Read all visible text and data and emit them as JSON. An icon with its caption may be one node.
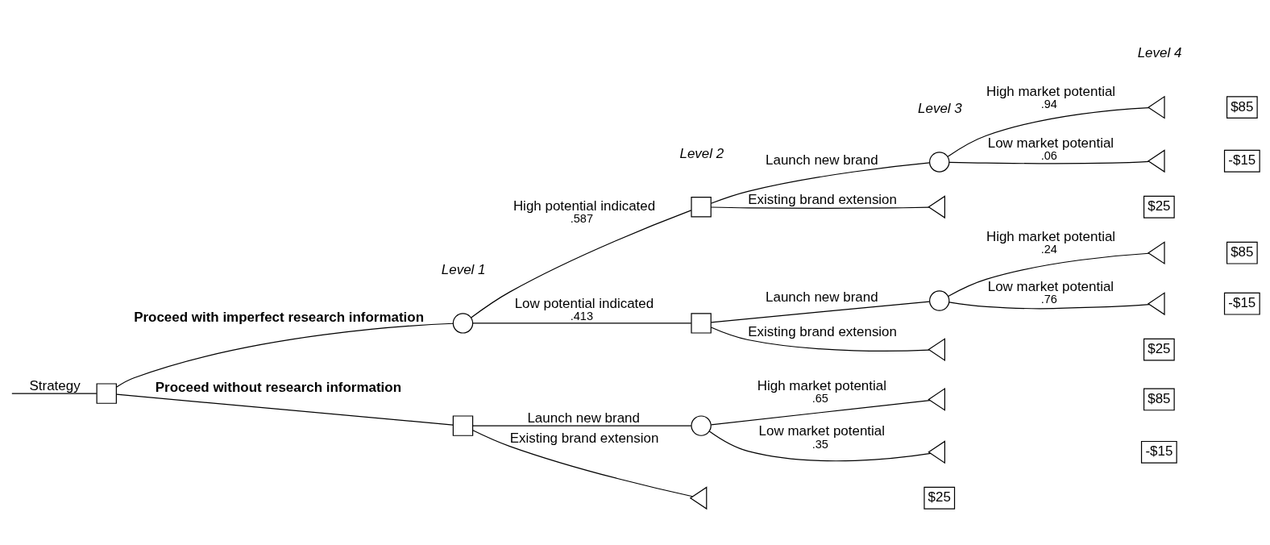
{
  "diagram": {
    "nodes": [
      {
        "text": [],
        "shape": "box"
      },
      {
        "text": [],
        "shape": "circle"
      },
      {
        "text": [],
        "shape": "box"
      },
      {
        "text": [],
        "shape": "circle"
      },
      {
        "text": [],
        "shape": "triangle"
      },
      {
        "text": [
          "$85"
        ]
      },
      {
        "text": [],
        "shape": "triangle"
      },
      {
        "text": [
          "-$15"
        ]
      },
      {
        "text": [],
        "shape": "triangle"
      },
      {
        "text": [
          "$25"
        ]
      },
      {
        "text": [],
        "shape": "box"
      },
      {
        "text": [],
        "shape": "circle"
      },
      {
        "text": [],
        "shape": "triangle"
      },
      {
        "text": [
          "$85"
        ]
      },
      {
        "text": [],
        "shape": "triangle"
      },
      {
        "text": [
          "-$15"
        ]
      },
      {
        "text": [],
        "shape": "triangle"
      },
      {
        "text": [
          "$25"
        ]
      },
      {
        "text": [],
        "shape": "box"
      },
      {
        "text": [],
        "shape": "circle"
      },
      {
        "text": [],
        "shape": "triangle"
      },
      {
        "text": [
          "$85"
        ]
      },
      {
        "text": [],
        "shape": "triangle"
      },
      {
        "text": [
          "-$15"
        ]
      },
      {
        "text": [],
        "shape": "triangle"
      },
      {
        "text": [
          "$25"
        ]
      }
    ],
    "edges": [
      {
        "from": null,
        "to": 0,
        "arrow": "none",
        "label": "Strategy"
      },
      {
        "from": 0,
        "to": 1,
        "arrow": "none",
        "label": "Proceed with imperfect research information"
      },
      {
        "from": 0,
        "to": 18,
        "arrow": "none",
        "label": "Proceed without research information"
      },
      {
        "from": 1,
        "to": 2,
        "arrow": "none",
        "label": "High potential indicated"
      },
      {
        "from": 1,
        "to": 10,
        "arrow": "none",
        "label": "Low potential indicated"
      },
      {
        "from": 2,
        "to": 3,
        "arrow": "none",
        "label": "Launch new brand"
      },
      {
        "from": 2,
        "to": 8,
        "arrow": "none",
        "label": "Existing brand extension"
      },
      {
        "from": 3,
        "to": 4,
        "arrow": "none",
        "label": "High market potential"
      },
      {
        "from": 3,
        "to": 6,
        "arrow": "none",
        "label": "Low market potential"
      },
      {
        "from": 10,
        "to": 11,
        "arrow": "none",
        "label": "Launch new brand"
      },
      {
        "from": 10,
        "to": 16,
        "arrow": "none",
        "label": "Existing brand extension"
      },
      {
        "from": 11,
        "to": 12,
        "arrow": "none",
        "label": "High market potential"
      },
      {
        "from": 11,
        "to": 14,
        "arrow": "none",
        "label": "Low market potential"
      },
      {
        "from": 18,
        "to": 19,
        "arrow": "none",
        "label": "Launch new brand"
      },
      {
        "from": 18,
        "to": 24,
        "arrow": "none",
        "label": "Existing brand extension"
      },
      {
        "from": 19,
        "to": 20,
        "arrow": "none",
        "label": "High market potential"
      },
      {
        "from": 19,
        "to": 22,
        "arrow": "none",
        "label": "Low market potential"
      }
    ],
    "labels": [
      "Level 1",
      "Level 2",
      "Level 3",
      "Level 4",
      ".587",
      ".413",
      ".94",
      ".06",
      ".24",
      ".76",
      ".65",
      ".35"
    ]
  }
}
